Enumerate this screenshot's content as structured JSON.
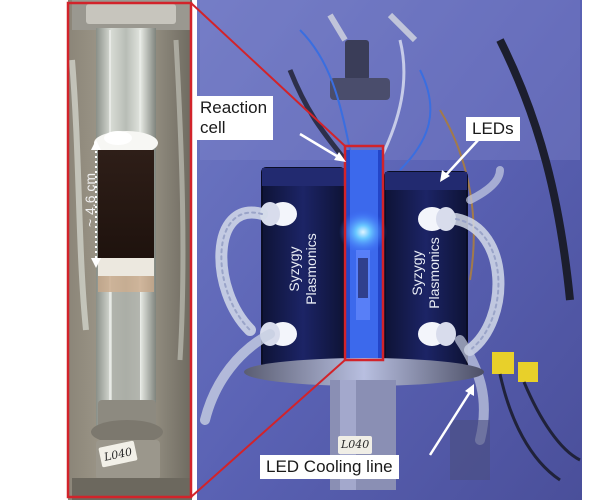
{
  "labels": {
    "reaction_cell": [
      "Reaction",
      "cell"
    ],
    "leds": "LEDs",
    "cooling_line": "LED Cooling line",
    "scale": "~ 4.6 cm"
  },
  "brand": {
    "left": [
      "Syzygy",
      "Plasmonics"
    ],
    "right": [
      "Syzygy",
      "Plasmonics"
    ]
  },
  "handwriting": {
    "tube_tag": "L040",
    "base_tag": "L040"
  },
  "colors": {
    "callout_red": "#d2232a",
    "arrow_white": "#ffffff",
    "led_blue": "#4a7dff",
    "panel_navy": "#141a4a"
  }
}
